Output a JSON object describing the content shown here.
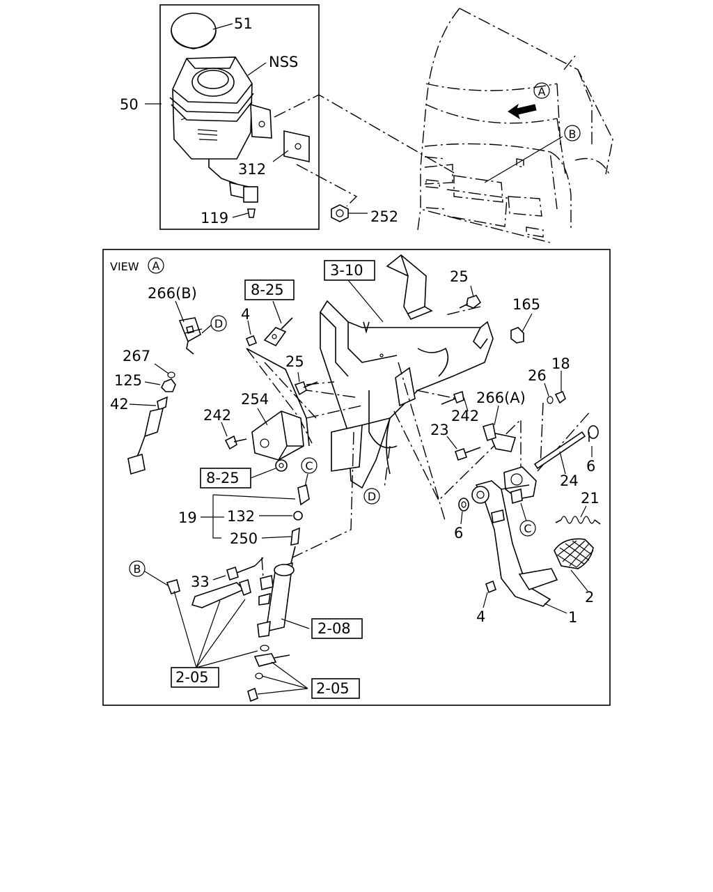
{
  "inset": {
    "labels": {
      "cap": "51",
      "nss": "NSS",
      "reservoir": "50",
      "bracket": "312",
      "clip": "119",
      "nut": "252"
    }
  },
  "cab": {
    "view_marker": "A",
    "ref_marker": "B"
  },
  "view": {
    "title": "VIEW",
    "title_marker": "A",
    "boxed": {
      "ref_3_10": "3-10",
      "ref_8_25_top": "8-25",
      "ref_8_25_mid": "8-25",
      "ref_2_08": "2-08",
      "ref_2_05_left": "2-05",
      "ref_2_05_right": "2-05"
    },
    "circles": {
      "d_top": "D",
      "c_mid": "C",
      "d_mid": "D",
      "c_right": "C",
      "b_left": "B"
    },
    "labels": {
      "n266b": "266(B)",
      "n267": "267",
      "n125": "125",
      "n42": "42",
      "n4_top": "4",
      "n25_top": "25",
      "n25_mid": "25",
      "n165": "165",
      "n254": "254",
      "n242_left": "242",
      "n242_mid": "242",
      "n266a": "266(A)",
      "n26": "26",
      "n18": "18",
      "n23": "23",
      "n6_right": "6",
      "n24": "24",
      "n21": "21",
      "n6_low": "6",
      "n19": "19",
      "n132": "132",
      "n250": "250",
      "n33": "33",
      "n2": "2",
      "n4_low": "4",
      "n1": "1"
    }
  }
}
